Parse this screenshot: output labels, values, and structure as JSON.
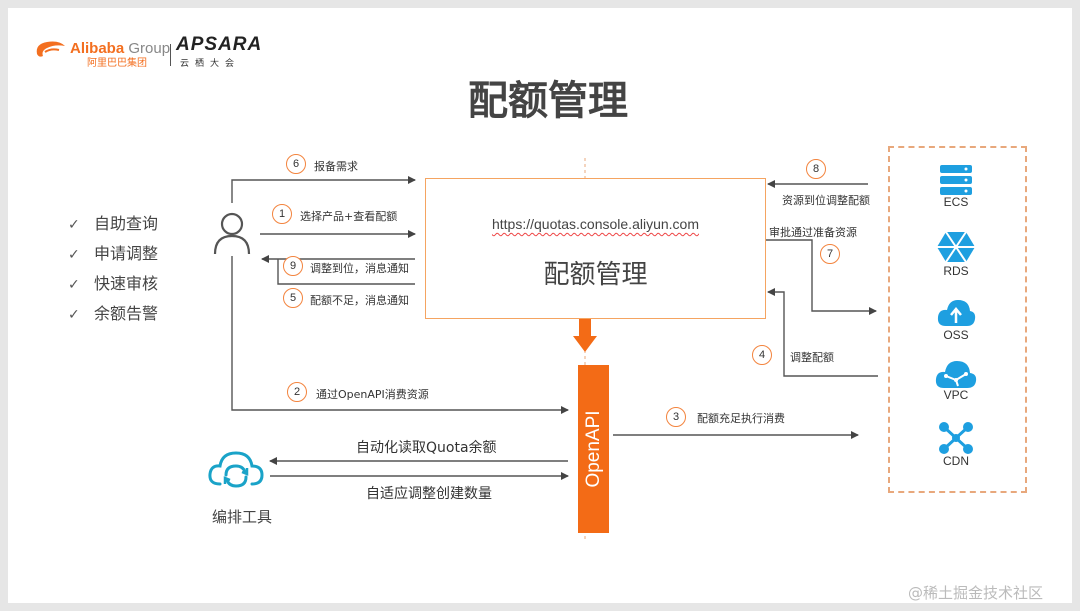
{
  "branding": {
    "alibaba_en": "Alibaba",
    "alibaba_group": "Group",
    "alibaba_cn": "阿里巴巴集团",
    "apsara": "APSARA",
    "apsara_cn": "云栖大会"
  },
  "title": "配额管理",
  "main_box": {
    "url": "https://quotas.console.aliyun.com",
    "label": "配额管理"
  },
  "openapi_label": "OpenAPI",
  "features": [
    "自助查询",
    "申请调整",
    "快速审核",
    "余额告警"
  ],
  "steps": [
    {
      "num": "6",
      "label": "报备需求"
    },
    {
      "num": "1",
      "label": "选择产品+查看配额"
    },
    {
      "num": "9",
      "label": "调整到位，消息通知"
    },
    {
      "num": "5",
      "label": "配额不足，消息通知"
    },
    {
      "num": "2",
      "label": "通过OpenAPI消费资源"
    },
    {
      "num": "8",
      "label": "资源到位调整配额"
    },
    {
      "num": "7",
      "label": "审批通过准备资源"
    },
    {
      "num": "4",
      "label": "调整配额"
    },
    {
      "num": "3",
      "label": "配额充足执行消费"
    }
  ],
  "services": [
    "ECS",
    "RDS",
    "OSS",
    "VPC",
    "CDN"
  ],
  "orchestration": {
    "label": "编排工具",
    "read_label": "自动化读取Quota余额",
    "adapt_label": "自适应调整创建数量"
  },
  "watermark": "@稀土掘金技术社区",
  "colors": {
    "accent": "#f36b16",
    "step_circle": "#f3843e",
    "service_blue": "#1e9fe0",
    "main_border": "#f5a461"
  },
  "icons": {
    "user": "user-icon",
    "check": "check-icon",
    "orchestration": "cloud-sync-icon",
    "ecs": "server-stack-icon",
    "rds": "database-hexagon-icon",
    "oss": "cloud-storage-icon",
    "vpc": "cloud-network-icon",
    "cdn": "network-nodes-icon"
  }
}
